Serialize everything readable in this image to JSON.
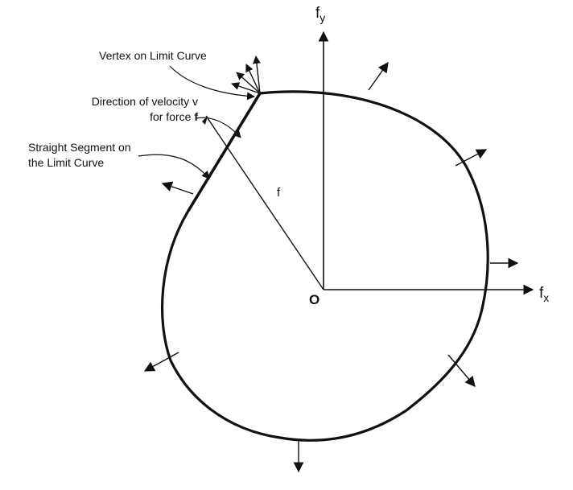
{
  "annotations": {
    "vertex": "Vertex on Limit Curve",
    "direction_line1": "Direction of velocity v",
    "direction_line2_prefix": "for force ",
    "direction_line2_symbol": "f",
    "segment_line1": "Straight Segment on",
    "segment_line2": "the Limit Curve"
  },
  "symbols": {
    "force_vector": "f",
    "origin": "O",
    "x_axis_base": "f",
    "x_axis_sub": "x",
    "y_axis_base": "f",
    "y_axis_sub": "y"
  },
  "colors": {
    "ink": "#111111",
    "background": "#ffffff"
  }
}
